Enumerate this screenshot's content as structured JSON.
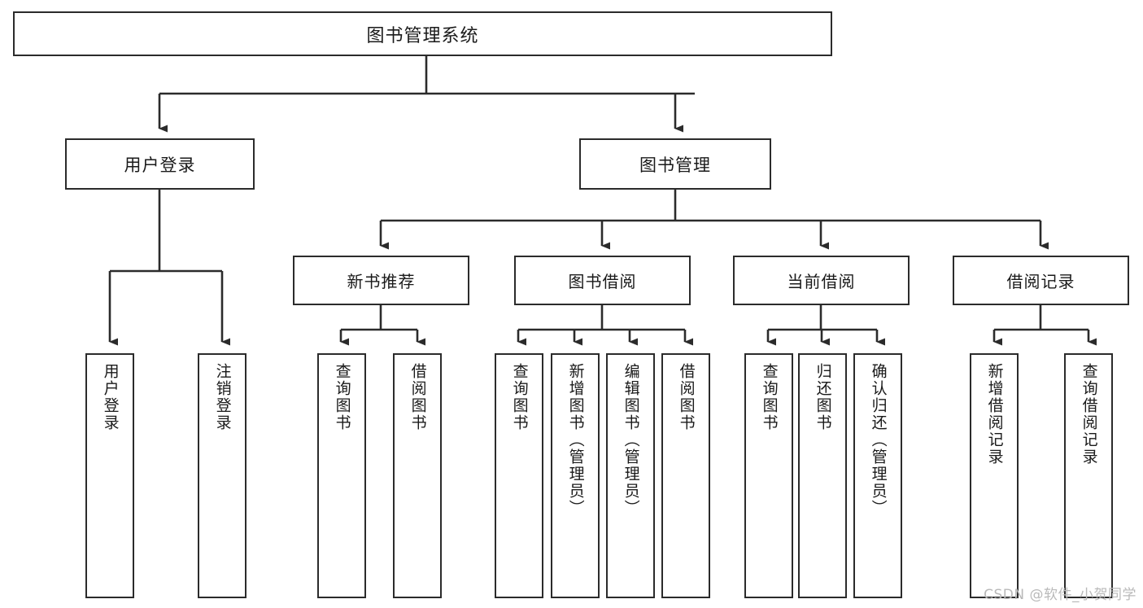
{
  "diagram": {
    "title": "图书管理系统",
    "root": {
      "label": "图书管理系统"
    },
    "level1": [
      {
        "label": "用户登录"
      },
      {
        "label": "图书管理"
      }
    ],
    "level2": [
      {
        "label": "新书推荐"
      },
      {
        "label": "图书借阅"
      },
      {
        "label": "当前借阅"
      },
      {
        "label": "借阅记录"
      }
    ],
    "leaves": {
      "user_login": [
        {
          "label": "用户登录"
        },
        {
          "label": "注销登录"
        }
      ],
      "new_book_recommend": [
        {
          "label": "查询图书"
        },
        {
          "label": "借阅图书"
        }
      ],
      "book_borrow": [
        {
          "label": "查询图书"
        },
        {
          "label": "新增图书（管理员）"
        },
        {
          "label": "编辑图书（管理员）"
        },
        {
          "label": "借阅图书"
        }
      ],
      "current_borrow": [
        {
          "label": "查询图书"
        },
        {
          "label": "归还图书"
        },
        {
          "label": "确认归还（管理员）"
        }
      ],
      "borrow_record": [
        {
          "label": "新增借阅记录"
        },
        {
          "label": "查询借阅记录"
        }
      ]
    }
  },
  "watermark": {
    "text": "CSDN @软件_小贺同学"
  },
  "colors": {
    "stroke": "#2b2b2b",
    "box_fill": "#ffffff",
    "text": "#1a1a1a",
    "watermark": "#b9b9b9"
  }
}
